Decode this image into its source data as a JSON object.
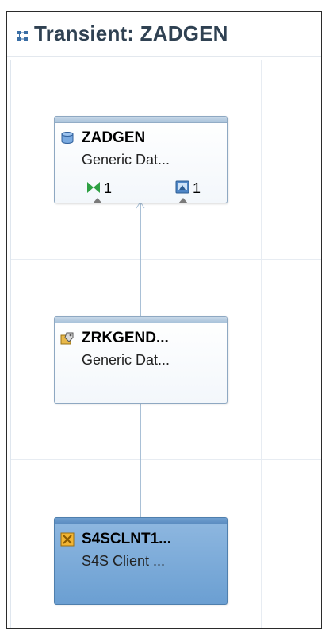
{
  "editor": {
    "title": "Transient: ZADGEN",
    "title_icon": "transient-model-icon"
  },
  "nodes": [
    {
      "name": "ZADGEN",
      "description": "Generic Dat...",
      "icon": "database-icon",
      "badges": [
        {
          "icon": "bowtie-icon",
          "count": "1"
        },
        {
          "icon": "screen-icon",
          "count": "1"
        }
      ]
    },
    {
      "name": "ZRKGEND...",
      "description": "Generic Dat...",
      "icon": "tagged-folder-icon"
    },
    {
      "name": "S4SCLNT1...",
      "description": "S4S Client ...",
      "icon": "source-system-icon",
      "selected": true
    }
  ],
  "colors": {
    "title_text": "#2f4152",
    "node_border": "#8ea8c2",
    "selected_node_fill": "#7aa9d8",
    "connector": "#a9c0d6"
  }
}
